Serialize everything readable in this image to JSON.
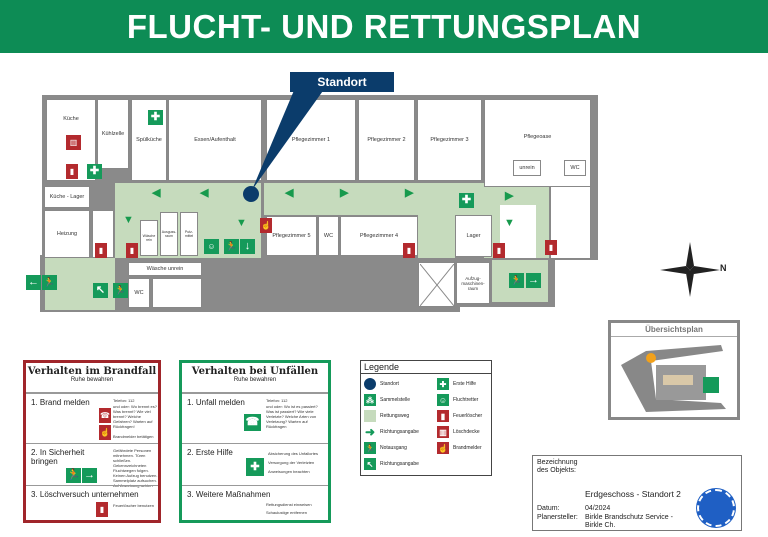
{
  "header": {
    "title": "FLUCHT- UND RETTUNGSPLAN"
  },
  "standort_label": "Standort",
  "rooms": {
    "kueche": "Küche",
    "kuehlzelle": "Kühlzelle",
    "spuelkueche": "Spülküche",
    "essen": "Essen/Aufenthalt",
    "pz1": "Pflegezimmer 1",
    "pz2": "Pflegezimmer 2",
    "pz3": "Pflegezimmer 3",
    "pflegeoase": "Pflegeoase",
    "unrein": "unrein",
    "wc": "WC",
    "kueche_lager": "Küche - Lager",
    "heizung": "Heizung",
    "waesche_rein": "Wäsche rein",
    "ausguss": "Ausguss-raum",
    "putz": "Putz-mittel",
    "pz5": "Pflegezimmer 5",
    "pz4": "Pflegezimmer 4",
    "lager": "Lager",
    "waesche_unrein": "Wäsche unrein",
    "aufzug": "Aufzug-maschinen-raum"
  },
  "brandfall": {
    "title": "Verhalten im Brandfall",
    "subtitle": "Ruhe bewahren",
    "s1": "1. Brand melden",
    "s1_phone": "Telefon: 112",
    "s1_text": "und oder: Wo brennt es? Was brennt? Wie viel brennt? Welche Gefahren? Warten auf Rückfragen!",
    "s1_text2": "Brandmelder betätigen",
    "s2": "2. In Sicherheit bringen",
    "s2_text": "Gefährdete Personen mitnehmen. Türen schließen. Gekennzeichneten Fluchtwegen folgen. Keinen Aufzug benutzen. Sammelplatz aufsuchen. Auf Anweisung achten",
    "s3": "3. Löschversuch unternehmen",
    "s3_text": "Feuerlöscher benutzen"
  },
  "unfaelle": {
    "title": "Verhalten bei Unfällen",
    "subtitle": "Ruhe bewahren",
    "s1": "1. Unfall melden",
    "s1_phone": "Telefon: 112",
    "s1_text": "und oder: Wo ist es passiert? Was ist passiert? Wie viele Verletzte? Welche Arten von Verletzung? Warten auf Rückfragen",
    "s2": "2. Erste Hilfe",
    "s2_a": "Absicherung des Unfallortes",
    "s2_b": "Versorgung der Verletzten",
    "s2_c": "Anweisungen beachten",
    "s3": "3. Weitere Maßnahmen",
    "s3_a": "Rettungsdienst einweisen",
    "s3_b": "Schaulustige entfernen"
  },
  "legend": {
    "title": "Legende",
    "items": [
      "Standort",
      "Sammelstelle",
      "Rettungsweg",
      "Richtungsangabe",
      "Notausgang",
      "Richtungsangabe",
      "Erste Hilfe",
      "Fluchtretter",
      "Feuerlöscher",
      "Löschdecke",
      "Brandmelder"
    ]
  },
  "overview": {
    "title": "Übersichtsplan"
  },
  "info": {
    "bez_label": "Bezeichnung des Objekts:",
    "floor": "Erdgeschoss - Standort 2",
    "datum_label": "Datum:",
    "datum": "04/2024",
    "planer_label": "Planersteller:",
    "planer": "Birkle Brandschutz Service - Birkle Ch."
  },
  "compass": {
    "north": "N"
  },
  "colors": {
    "green": "#0d8c55",
    "red": "#b32a2e",
    "navy": "#0b3c6b",
    "corridor": "#c6dbbd"
  }
}
